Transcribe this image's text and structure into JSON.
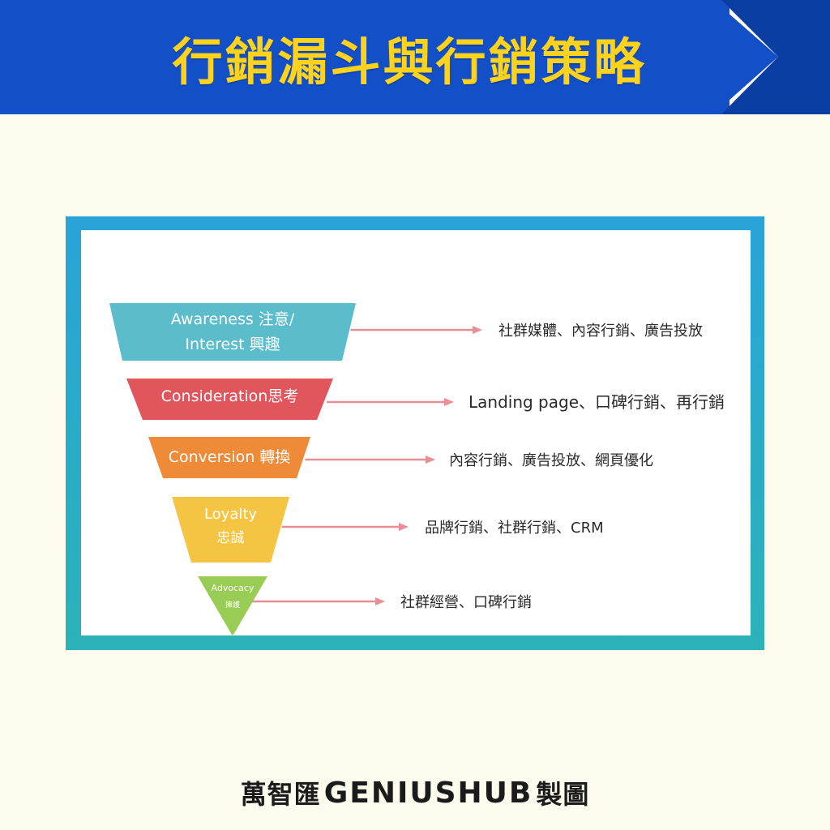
{
  "colors": {
    "banner_blue": "#1350c8",
    "banner_tip": "#0d46b8",
    "banner_shade": "#0b3ea3",
    "title_yellow": "#ffd21c",
    "background": "#fcfbee",
    "arrow": "#e88e94"
  },
  "title": "行銷漏斗與行銷策略",
  "funnel": [
    {
      "line1": "Awareness 注意/",
      "line2": "Interest 興趣",
      "color": "#5bbccb",
      "strategy": "社群媒體、內容行銷、廣告投放"
    },
    {
      "line1": "Consideration思考",
      "line2": "",
      "color": "#e1555d",
      "strategy": "Landing page、口碑行銷、再行銷"
    },
    {
      "line1": "Conversion 轉換",
      "line2": "",
      "color": "#ee8a38",
      "strategy": "內容行銷、廣告投放、網頁優化"
    },
    {
      "line1": "Loyalty",
      "line2": "忠誠",
      "color": "#f5c443",
      "strategy": "品牌行銷、社群行銷、CRM"
    },
    {
      "line1": "Advocacy",
      "line2": "擁護",
      "color": "#98cc55",
      "strategy": "社群經營、口碑行銷"
    }
  ],
  "footer": {
    "prefix": "萬智匯",
    "brand": "GENIUSHUB",
    "suffix": "製圖"
  }
}
